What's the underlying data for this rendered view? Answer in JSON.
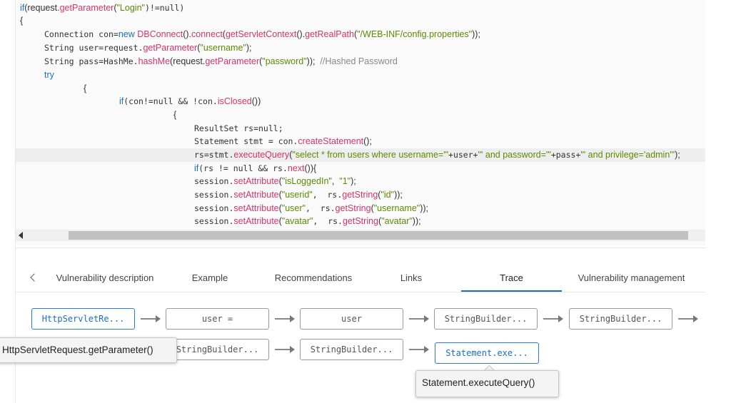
{
  "code": {
    "l1": {
      "a": "if",
      "b": "(request.",
      "c": "getParameter",
      "d": "(",
      "e": "\"Login\"",
      "f": ")!=null)"
    },
    "l2": "{",
    "l3": {
      "a": "Connection con=",
      "b": "new",
      "c": " DBConnect",
      "d": "().",
      "e": "connect",
      "f": "(",
      "g": "getServletContext",
      "h": "().",
      "i": "getRealPath",
      "j": "(",
      "k": "\"/WEB-INF/config.properties\"",
      "l": "));"
    },
    "l4": {
      "a": "String user=request.",
      "b": "getParameter",
      "c": "(",
      "d": "\"username\"",
      "e": ");"
    },
    "l5": {
      "a": "String pass=HashMe.",
      "b": "hashMe",
      "c": "(request.",
      "d": "getParameter",
      "e": "(",
      "f": "\"password\"",
      "g": "));  ",
      "h": "//Hashed Password"
    },
    "l6": "try",
    "l7": "{",
    "l8": {
      "a": "if",
      "b": "(con!=null && !con.",
      "c": "isClosed",
      "d": "())"
    },
    "l9": "{",
    "l10": "ResultSet rs=null;",
    "l11": {
      "a": "Statement stmt = con.",
      "b": "createStatement",
      "c": "();"
    },
    "l12": {
      "a": "rs=stmt.",
      "b": "executeQuery",
      "c": "(",
      "d": "\"select * from users where username='\"",
      "e": "+user+",
      "f": "\"' and password='\"",
      "g": "+pass+",
      "h": "\"' and privilege='admin'\"",
      "i": ");"
    },
    "l13": {
      "a": "if",
      "b": "(rs != null && rs.",
      "c": "next",
      "d": "()){"
    },
    "l14": {
      "a": "session.",
      "b": "setAttribute",
      "c": "(",
      "d": "\"isLoggedIn\"",
      "e": ",  ",
      "f": "\"1\"",
      "g": ");"
    },
    "l15": {
      "a": "session.",
      "b": "setAttribute",
      "c": "(",
      "d": "\"userid\"",
      "e": ",  rs.",
      "f": "getString",
      "g": "(",
      "h": "\"id\"",
      "i": "));"
    },
    "l16": {
      "a": "session.",
      "b": "setAttribute",
      "c": "(",
      "d": "\"user\"",
      "e": ",  rs.",
      "f": "getString",
      "g": "(",
      "h": "\"username\"",
      "i": "));"
    },
    "l17": {
      "a": "session.",
      "b": "setAttribute",
      "c": "(",
      "d": "\"avatar\"",
      "e": ",  rs.",
      "f": "getString",
      "g": "(",
      "h": "\"avatar\"",
      "i": "));"
    }
  },
  "tabs": [
    "Vulnerability description",
    "Example",
    "Recommendations",
    "Links",
    "Trace",
    "Vulnerability management"
  ],
  "active_tab": "Trace",
  "trace": {
    "row1": [
      "HttpServletRe...",
      "user =",
      "user",
      "StringBuilder...",
      "StringBuilder..."
    ],
    "row2": [
      "StringBuilder...",
      "StringBuilder...",
      "Statement.exe..."
    ],
    "tooltip1": "HttpServletRequest.getParameter()",
    "tooltip2": "Statement.executeQuery()"
  },
  "colors": {
    "accent": "#1a6fc2",
    "string": "#5d8a00",
    "method": "#d6336c"
  }
}
